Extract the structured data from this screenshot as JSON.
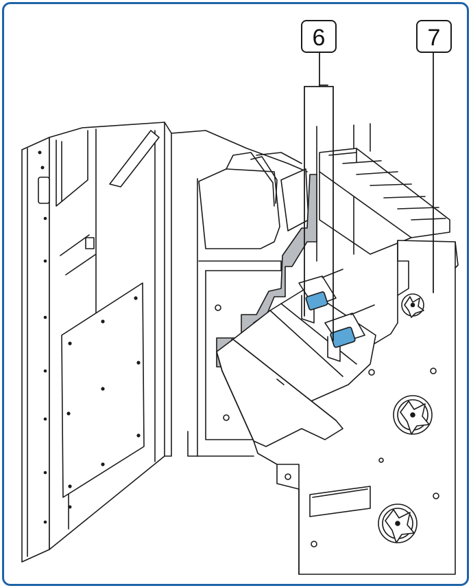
{
  "callouts": [
    {
      "id": "6",
      "label": "6"
    },
    {
      "id": "7",
      "label": "7"
    }
  ],
  "colors": {
    "frame_border": "#1e63a8",
    "line": "#1a1a1a",
    "shade_gray": "#b8bcc0",
    "highlight_blue": "#5aa6d6"
  }
}
